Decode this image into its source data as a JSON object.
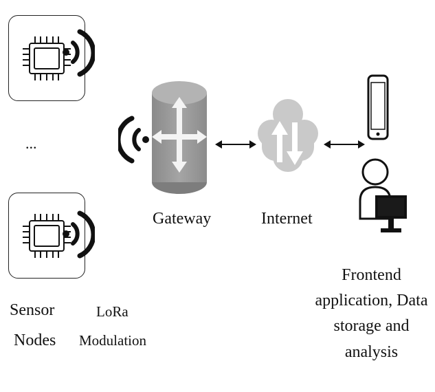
{
  "nodes": {
    "ellipsis": "...",
    "label_line1": "Sensor",
    "label_line2": "Nodes"
  },
  "modulation": {
    "label_line1": "LoRa",
    "label_line2": "Modulation"
  },
  "gateway": {
    "label": "Gateway"
  },
  "internet": {
    "label": "Internet"
  },
  "frontend": {
    "lines": [
      "Frontend",
      "application, Data",
      "storage and",
      "analysis"
    ]
  },
  "colors": {
    "gateway_fill": "#9a9a9a",
    "cloud_fill": "#c9c9c9",
    "stroke": "#111111"
  }
}
